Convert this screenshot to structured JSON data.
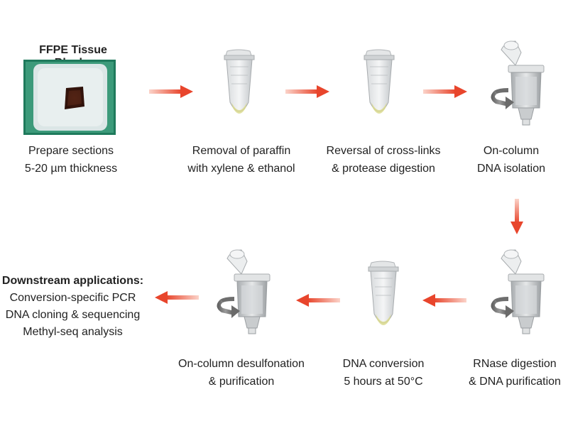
{
  "steps": {
    "ffpe": {
      "title": "FFPE Tissue Blocks",
      "line1": "Prepare sections",
      "line2": "5-20 µm thickness"
    },
    "paraffin": {
      "line1": "Removal of paraffin",
      "line2": "with xylene & ethanol"
    },
    "crosslinks": {
      "line1": "Reversal of cross-links",
      "line2": "& protease digestion"
    },
    "isolation": {
      "line1": "On-column",
      "line2": "DNA isolation"
    },
    "rnase": {
      "line1": "RNase digestion",
      "line2": "& DNA purification"
    },
    "conversion": {
      "line1": "DNA conversion",
      "line2": "5 hours at 50°C"
    },
    "desulfonation": {
      "line1": "On-column desulfonation",
      "line2": "& purification"
    }
  },
  "downstream": {
    "title": "Downstream applications:",
    "items": [
      "Conversion-specific PCR",
      "DNA cloning & sequencing",
      "Methyl-seq analysis"
    ]
  },
  "colors": {
    "arrow": "#e8452c",
    "tube": "#c9cdd0",
    "liquid": "#d9d98a",
    "spin": "#707070"
  }
}
